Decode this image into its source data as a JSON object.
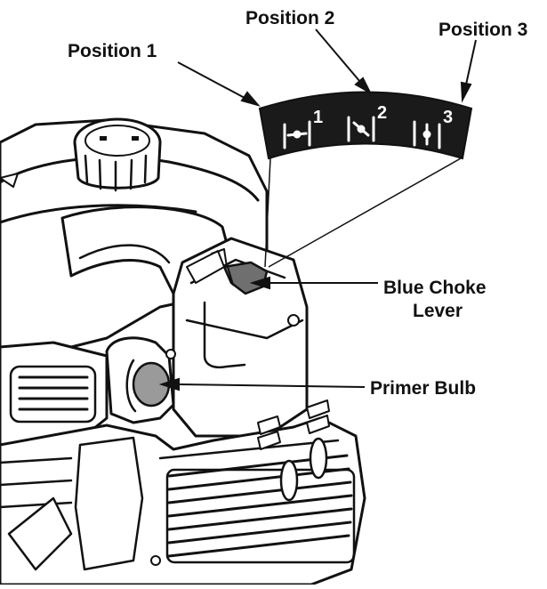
{
  "colors": {
    "ink": "#111111",
    "paper": "#ffffff",
    "decal": "#1a1a1a",
    "lever": "#6f6f6f",
    "bulb": "#9a9a9a"
  },
  "callouts": {
    "position_1": "Position 1",
    "position_2": "Position 2",
    "position_3": "Position 3",
    "choke_line1": "Blue Choke",
    "choke_line2": "Lever",
    "primer_bulb": "Primer Bulb"
  },
  "decal": {
    "num_1": "1",
    "num_2": "2",
    "num_3": "3"
  },
  "icons": {
    "choke_pos_1": "choke-closed-icon",
    "choke_pos_2": "choke-half-icon",
    "choke_pos_3": "choke-open-icon"
  }
}
